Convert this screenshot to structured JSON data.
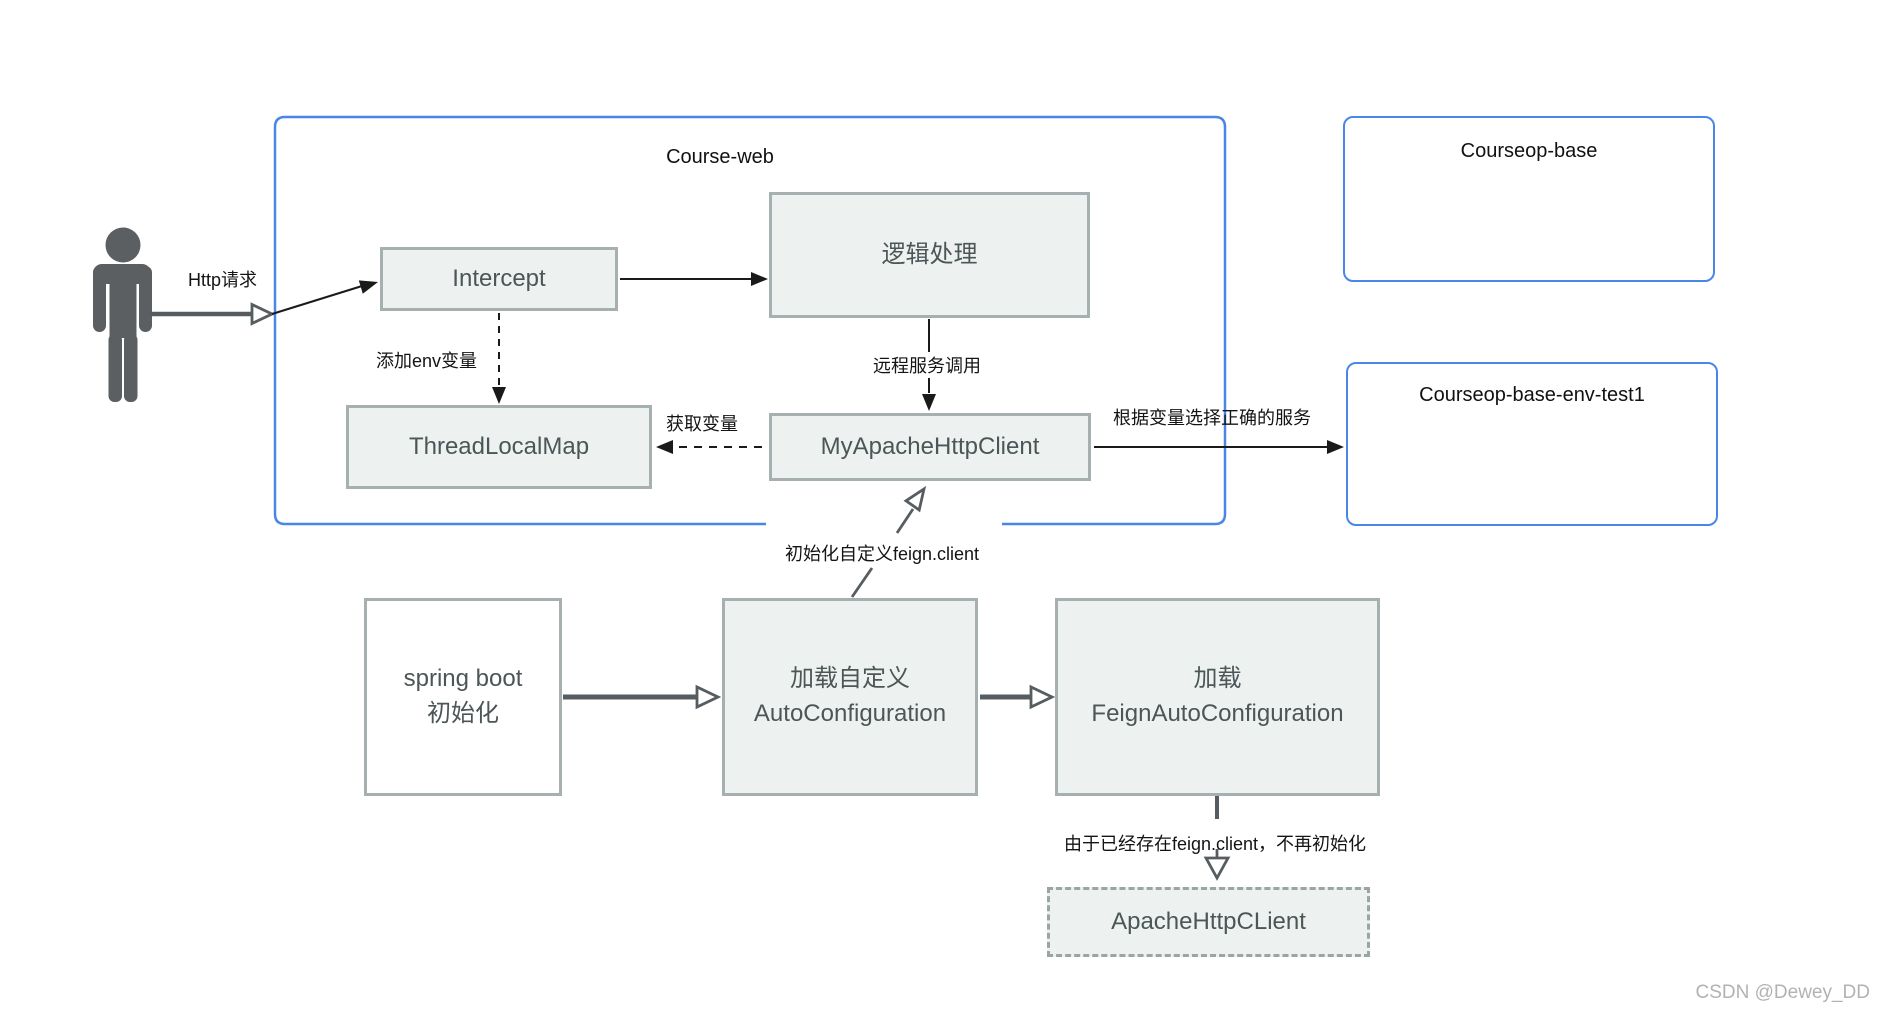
{
  "containers": {
    "course_web": {
      "label": "Course-web"
    },
    "courseop_base": {
      "label": "Courseop-base"
    },
    "courseop_base_env_test1": {
      "label": "Courseop-base-env-test1"
    }
  },
  "nodes": {
    "intercept": {
      "label": "Intercept"
    },
    "logic_processing": {
      "label": "逻辑处理"
    },
    "thread_local_map": {
      "label": "ThreadLocalMap"
    },
    "my_apache_http_client": {
      "label": "MyApacheHttpClient"
    },
    "spring_boot_init": {
      "line1": "spring boot",
      "line2": "初始化"
    },
    "load_custom_autoconfiguration": {
      "line1": "加载自定义",
      "line2": "AutoConfiguration"
    },
    "load_feign_autoconfiguration": {
      "line1": "加载",
      "line2": "FeignAutoConfiguration"
    },
    "apache_http_client": {
      "label": "ApacheHttpCLient"
    }
  },
  "edge_labels": {
    "http_request": "Http请求",
    "add_env_variable": "添加env变量",
    "remote_service_call": "远程服务调用",
    "get_variable": "获取变量",
    "select_correct_service": "根据变量选择正确的服务",
    "init_custom_feign_client": "初始化自定义feign.client",
    "already_exists_no_init": "由于已经存在feign.client，不再初始化"
  },
  "edges": [
    {
      "from": "user",
      "to": "intercept",
      "label": "Http请求",
      "style": "solid-black"
    },
    {
      "from": "intercept",
      "to": "logic_processing",
      "label": "",
      "style": "solid-black"
    },
    {
      "from": "intercept",
      "to": "thread_local_map",
      "label": "添加env变量",
      "style": "dashed-black"
    },
    {
      "from": "logic_processing",
      "to": "my_apache_http_client",
      "label": "远程服务调用",
      "style": "solid-black"
    },
    {
      "from": "my_apache_http_client",
      "to": "thread_local_map",
      "label": "获取变量",
      "style": "dashed-black"
    },
    {
      "from": "my_apache_http_client",
      "to": "courseop_base_env_test1",
      "label": "根据变量选择正确的服务",
      "style": "solid-black"
    },
    {
      "from": "spring_boot_init",
      "to": "load_custom_autoconfiguration",
      "label": "",
      "style": "thick-gray-hollow"
    },
    {
      "from": "load_custom_autoconfiguration",
      "to": "load_feign_autoconfiguration",
      "label": "",
      "style": "thick-gray-hollow"
    },
    {
      "from": "load_custom_autoconfiguration",
      "to": "my_apache_http_client",
      "label": "初始化自定义feign.client",
      "style": "thick-gray-hollow"
    },
    {
      "from": "load_feign_autoconfiguration",
      "to": "apache_http_client",
      "label": "由于已经存在feign.client，不再初始化",
      "style": "thick-gray-hollow"
    }
  ],
  "watermark": "CSDN @Dewey_DD",
  "colors": {
    "container_border": "#4a86e8",
    "node_border": "#a6b0b0",
    "node_fill": "#edf2f1",
    "node_text": "#4c5656",
    "connector_dark": "#1a1a1a",
    "connector_gray": "#565d60",
    "watermark_text": "#b2b2b2"
  }
}
